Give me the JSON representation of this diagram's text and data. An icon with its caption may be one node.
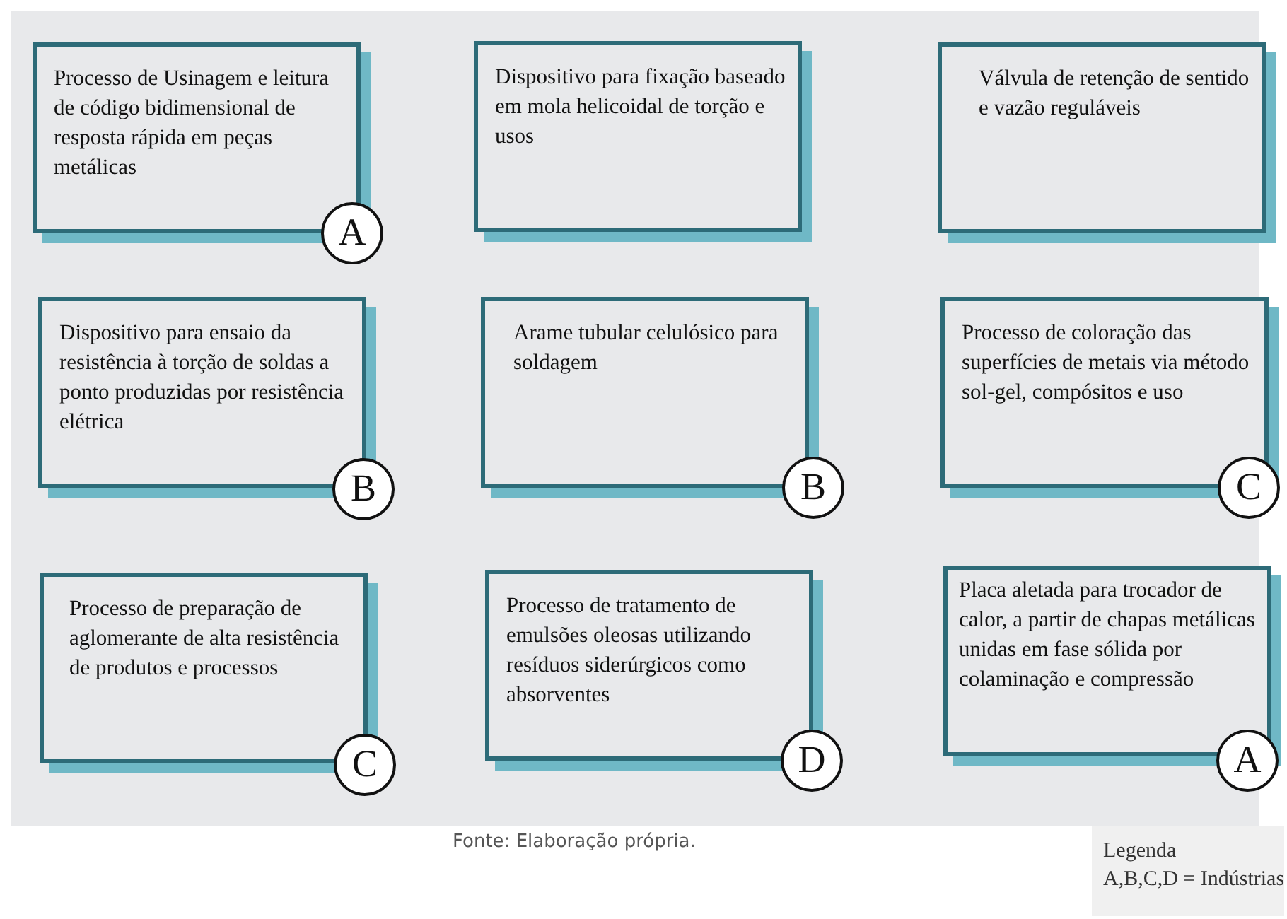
{
  "diagram": {
    "caption": "Fonte: Elaboração própria.",
    "nodes": [
      {
        "text": [
          "Processo de Usinagem e leitura de código bidimensional de resposta rápida em peças metálicas"
        ]
      },
      {
        "text": [
          "A"
        ]
      },
      {
        "text": [
          "Dispositivo para fixação baseado em mola helicoidal de torção e usos"
        ]
      },
      {
        "text": [
          "Válvula de retenção de sentido e vazão reguláveis"
        ]
      },
      {
        "text": [
          "Dispositivo para ensaio da resistência à torção de soldas a ponto produzidas por resistência elétrica"
        ]
      },
      {
        "text": [
          "B"
        ]
      },
      {
        "text": [
          "Arame tubular celulósico para soldagem"
        ]
      },
      {
        "text": [
          "B"
        ]
      },
      {
        "text": [
          "Processo de coloração das superfícies de metais via método sol-gel, compósitos e uso"
        ]
      },
      {
        "text": [
          "C"
        ]
      },
      {
        "text": [
          "Processo de preparação de aglomerante de alta resistência de produtos e processos"
        ]
      },
      {
        "text": [
          "C"
        ]
      },
      {
        "text": [
          "Processo de tratamento de emulsões oleosas utilizando resíduos siderúrgicos como absorventes"
        ]
      },
      {
        "text": [
          "D"
        ]
      },
      {
        "text": [
          "Placa aletada para trocador de calor, a partir de chapas metálicas unidas em fase sólida por colaminação e compressão"
        ]
      },
      {
        "text": [
          "A"
        ]
      }
    ],
    "labels": [
      "Legenda",
      "A,B,C,D = Indústrias"
    ]
  }
}
